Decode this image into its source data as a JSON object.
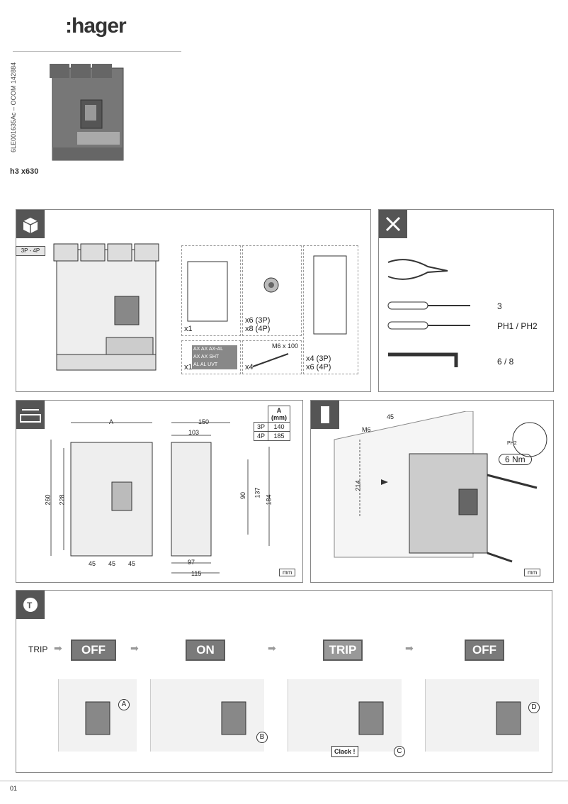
{
  "brand": ":hager",
  "doc_code": "6LE001635Ac – OCOM 142884",
  "model": "h3 x630",
  "contents": {
    "pole_tag": "3P - 4P",
    "items": [
      {
        "qty": "x1"
      },
      {
        "qty": "x6 (3P)",
        "qty2": "x8 (4P)"
      },
      {
        "qty": "x4 (3P)",
        "qty2": "x6 (4P)"
      },
      {
        "qty": "x1",
        "labels": [
          "AX",
          "AX",
          "AX-AL",
          "AX",
          "AX",
          "SHT",
          "AL",
          "AL",
          "UVT"
        ]
      },
      {
        "qty": "x4",
        "label": "M6 x 100"
      }
    ]
  },
  "tools": {
    "screwdriver_flat": "3",
    "screwdriver_ph": "PH1 / PH2",
    "hex_key": "6 / 8"
  },
  "dimensions": {
    "table": {
      "header": "A",
      "unit": "(mm)",
      "rows": [
        [
          "3P",
          "140"
        ],
        [
          "4P",
          "185"
        ]
      ]
    },
    "front_top": "A",
    "left_260": "260",
    "left_228": "228",
    "bottom": [
      "45",
      "45",
      "45"
    ],
    "side_150": "150",
    "side_103": "103",
    "side_90": "90",
    "side_137": "137",
    "side_184": "184",
    "side_97": "97",
    "side_115": "115",
    "unit_box": "mm"
  },
  "mounting": {
    "d45": "45",
    "m6": "M6",
    "d214": "214",
    "ph": "PH2",
    "torque": "6  Nm",
    "unit_box": "mm"
  },
  "operation": {
    "trip_prefix": "TRIP",
    "states": [
      "OFF",
      "ON",
      "TRIP",
      "OFF"
    ],
    "markers": [
      "A",
      "B",
      "C",
      "D"
    ],
    "clack": "Clack !"
  },
  "page_number": "01"
}
